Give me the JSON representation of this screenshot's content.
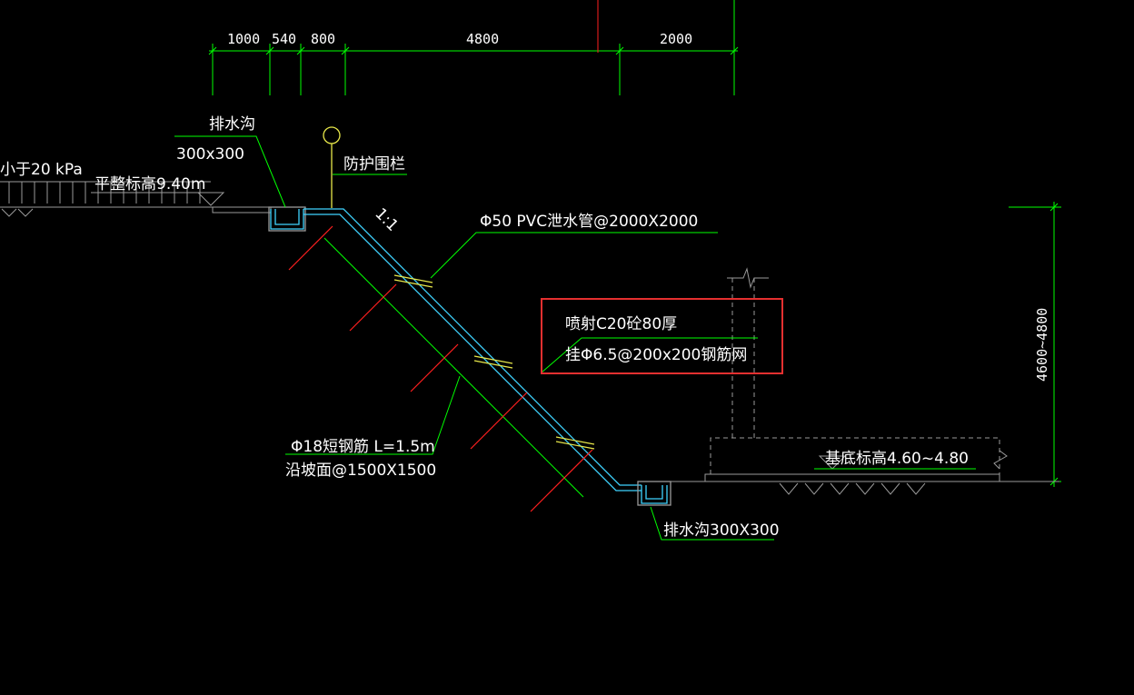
{
  "dimensions": {
    "d1": "1000",
    "d2": "540",
    "d3": "800",
    "d4": "4800",
    "d5": "2000",
    "height": "4600~4800"
  },
  "labels": {
    "load": "小于20 kPa",
    "grade_elev": "平整标高9.40m",
    "top_drain_title": "排水沟",
    "top_drain_size": "300x300",
    "railing": "防护围栏",
    "slope": "1:1",
    "pvc_pipe": "Φ50 PVC泄水管@2000X2000",
    "shotcrete": "喷射C20砼80厚",
    "mesh": "挂Φ6.5@200x200钢筋网",
    "nail_1": "Φ18短钢筋 L=1.5m",
    "nail_2": "沿坡面@1500X1500",
    "base_elev": "基底标高4.60~4.80",
    "bottom_drain": "排水沟300X300"
  },
  "colors": {
    "background": "#000000",
    "dimension": "#00ff00",
    "slope": "#3fd4ff",
    "nail": "#ff2020",
    "pipe": "#e8e84a",
    "highlight": "#e53030",
    "text": "#ffffff",
    "gray": "#9a9a9a"
  }
}
